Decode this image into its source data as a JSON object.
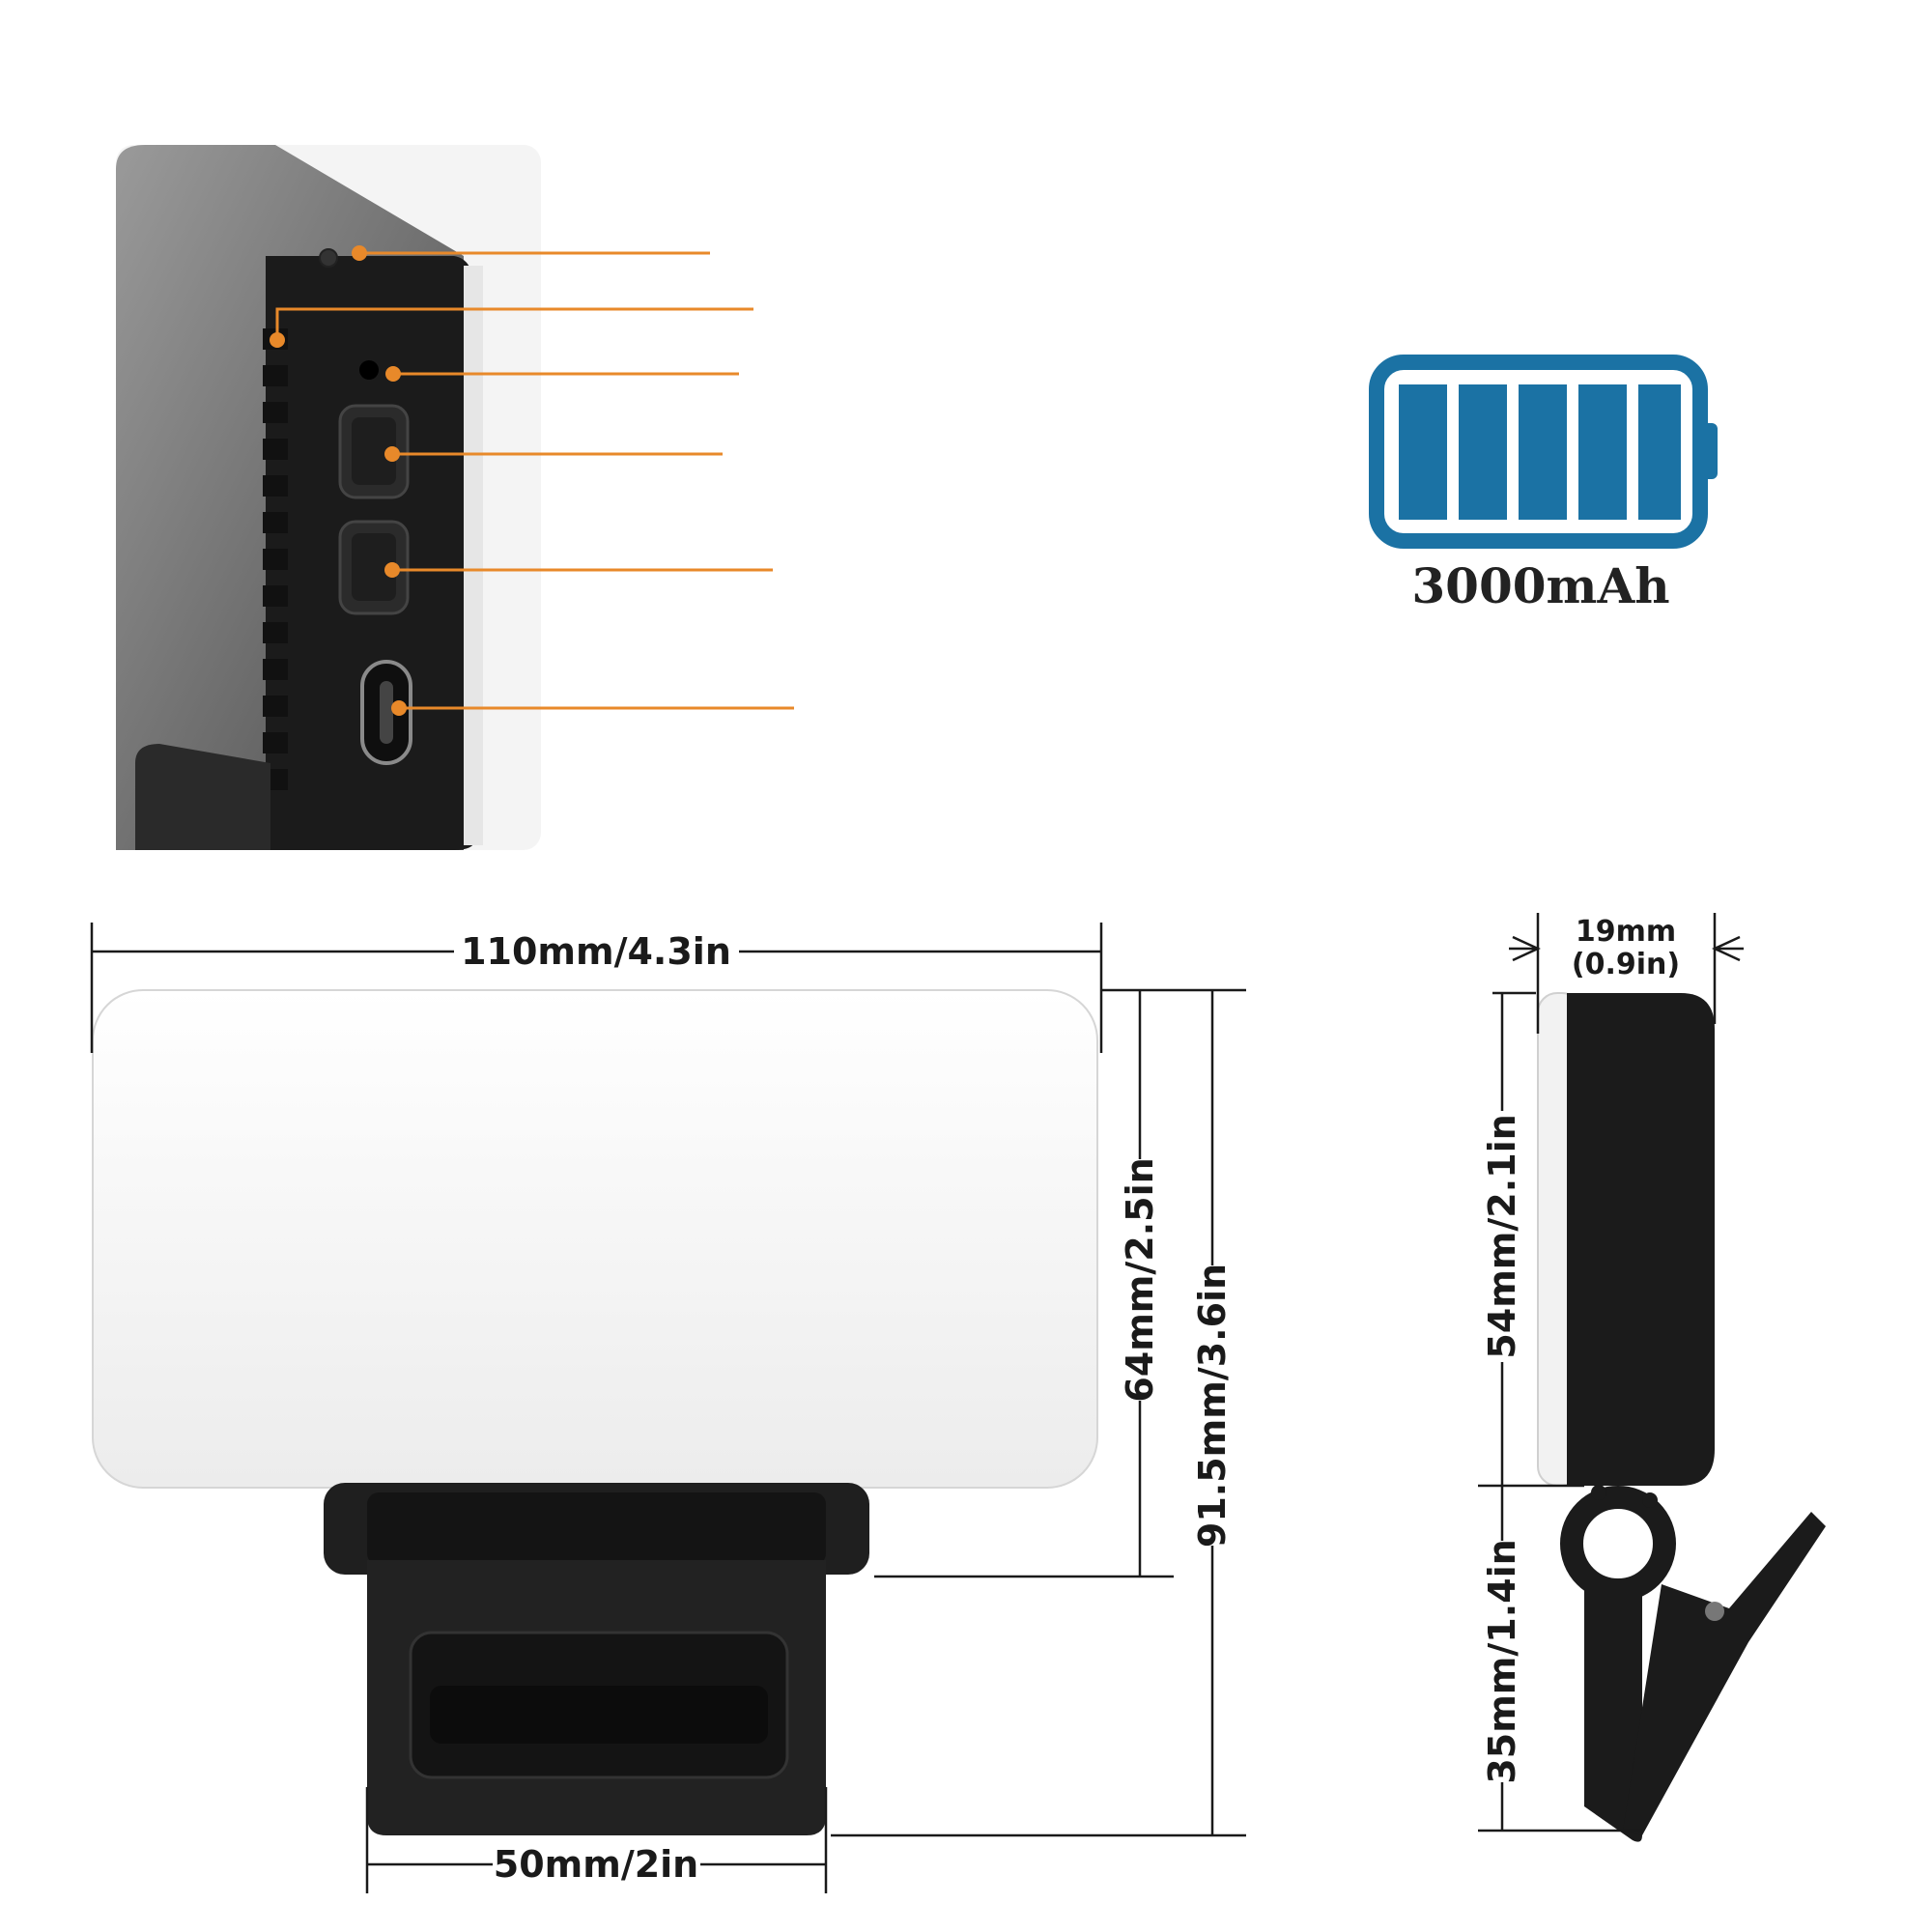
{
  "battery": {
    "label": "3000mAh",
    "color": "#1b72a4"
  },
  "callout_color": "#e8892a",
  "dimensions": {
    "width_total": "110mm/4.3in",
    "head_height": "64mm/2.5in",
    "total_height": "91.5mm/3.6in",
    "clip_width": "50mm/2in",
    "depth_mm": "19mm",
    "depth_in": "(0.9in)",
    "side_head_height": "54mm/2.1in",
    "side_clip_height": "35mm/1.4in"
  },
  "icons": [
    "battery-icon",
    "usb-c-port-icon",
    "plus-button-icon",
    "minus-button-icon",
    "indicator-led-icon",
    "power-button-icon"
  ]
}
